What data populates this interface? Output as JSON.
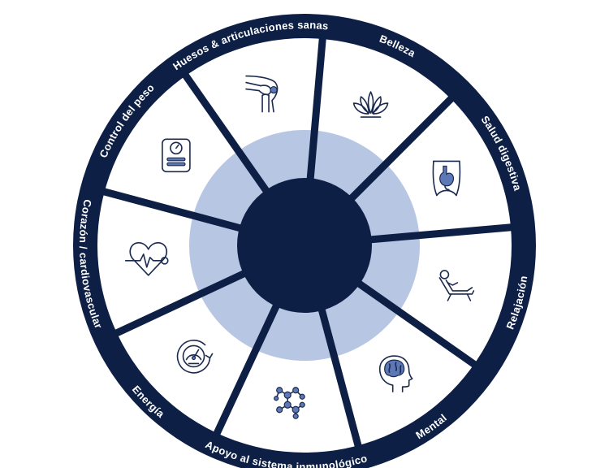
{
  "colors": {
    "ring": "#0d1f45",
    "panel": "#ffffff",
    "halo": "#b7c6e2",
    "hub": "#0d1f45",
    "icon_stroke": "#1b2a4e",
    "icon_accent": "#5d78b6"
  },
  "segments": [
    {
      "label": "Belleza",
      "icon": "lotus-icon"
    },
    {
      "label": "Salud digestiva",
      "icon": "stomach-icon"
    },
    {
      "label": "Relajación",
      "icon": "reclining-person-icon"
    },
    {
      "label": "Mental",
      "icon": "brain-head-icon"
    },
    {
      "label": "Apoyo al sistema inmunológico",
      "icon": "molecule-icon"
    },
    {
      "label": "Energía",
      "icon": "speedometer-icon"
    },
    {
      "label": "Corazón / cardiovascular",
      "icon": "heart-pulse-icon"
    },
    {
      "label": "Control del peso",
      "icon": "scale-icon"
    },
    {
      "label": "Huesos & articulaciones sanas",
      "icon": "knee-joint-icon"
    }
  ]
}
